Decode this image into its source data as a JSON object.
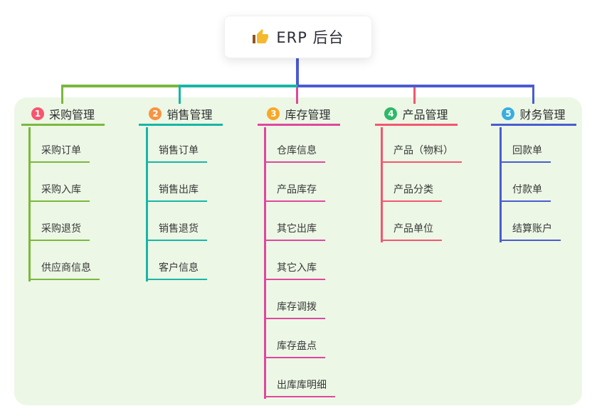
{
  "root": {
    "title": "ERP 后台",
    "icon": "thumbs-up-icon",
    "connector_color": "#4a5cd0"
  },
  "canvas": {
    "background": "#ecf7e6"
  },
  "branches": [
    {
      "badge": "1",
      "badge_color": "#f8566e",
      "line_color": "#7bb83c",
      "label": "采购管理",
      "children": [
        "采购订单",
        "采购入库",
        "采购退货",
        "供应商信息"
      ]
    },
    {
      "badge": "2",
      "badge_color": "#f79441",
      "line_color": "#18b6a6",
      "label": "销售管理",
      "children": [
        "销售订单",
        "销售出库",
        "销售退货",
        "客户信息"
      ]
    },
    {
      "badge": "3",
      "badge_color": "#f9a826",
      "line_color": "#e0479e",
      "label": "库存管理",
      "children": [
        "仓库信息",
        "产品库存",
        "其它出库",
        "其它入库",
        "库存调拨",
        "库存盘点",
        "出库库明细"
      ]
    },
    {
      "badge": "4",
      "badge_color": "#2eb868",
      "line_color": "#f5566d",
      "label": "产品管理",
      "children": [
        "产品（物料）",
        "产品分类",
        "产品单位"
      ]
    },
    {
      "badge": "5",
      "badge_color": "#38aee0",
      "line_color": "#4a5cd0",
      "label": "财务管理",
      "children": [
        "回款单",
        "付款单",
        "结算账户"
      ]
    }
  ]
}
